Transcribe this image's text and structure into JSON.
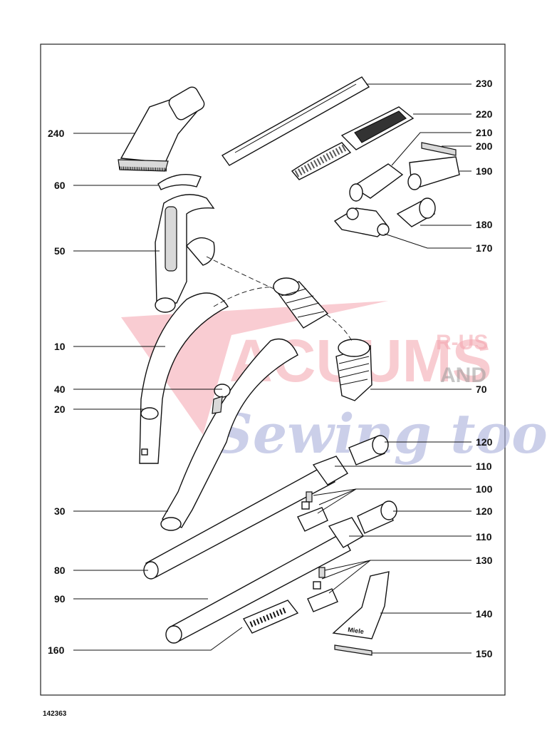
{
  "diagram": {
    "reference_number": "142363",
    "callouts": [
      {
        "id": "240",
        "text": "240"
      },
      {
        "id": "230",
        "text": "230"
      },
      {
        "id": "220",
        "text": "220"
      },
      {
        "id": "210",
        "text": "210"
      },
      {
        "id": "200",
        "text": "200"
      },
      {
        "id": "190",
        "text": "190"
      },
      {
        "id": "180",
        "text": "180"
      },
      {
        "id": "170",
        "text": "170"
      },
      {
        "id": "60",
        "text": "60"
      },
      {
        "id": "50",
        "text": "50"
      },
      {
        "id": "10",
        "text": "10"
      },
      {
        "id": "40",
        "text": "40"
      },
      {
        "id": "20",
        "text": "20"
      },
      {
        "id": "70",
        "text": "70"
      },
      {
        "id": "120a",
        "text": "120"
      },
      {
        "id": "110a",
        "text": "110"
      },
      {
        "id": "100",
        "text": "100"
      },
      {
        "id": "30",
        "text": "30"
      },
      {
        "id": "120b",
        "text": "120"
      },
      {
        "id": "110b",
        "text": "110"
      },
      {
        "id": "80",
        "text": "80"
      },
      {
        "id": "130",
        "text": "130"
      },
      {
        "id": "90",
        "text": "90"
      },
      {
        "id": "140",
        "text": "140"
      },
      {
        "id": "160",
        "text": "160"
      },
      {
        "id": "150",
        "text": "150"
      }
    ]
  },
  "watermark": {
    "line1": "ACUUMS",
    "line1_suffix": "R-US",
    "line2": "AND",
    "line3": "Sewing too",
    "colors": {
      "pink": "#f4a3ad",
      "lavender": "#aab0dc"
    }
  }
}
